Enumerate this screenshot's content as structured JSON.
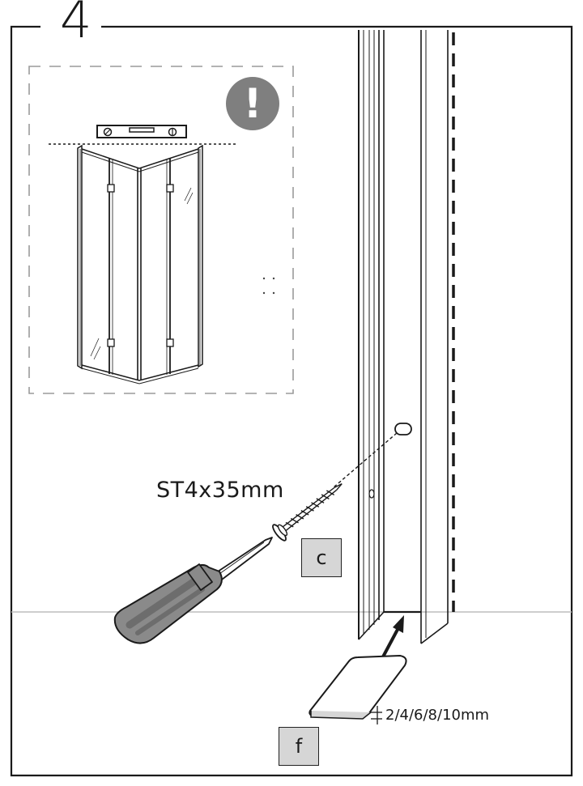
{
  "step": {
    "number": "4"
  },
  "warning": {
    "symbol": "!"
  },
  "screw": {
    "spec": "ST4x35mm",
    "part_label": "c"
  },
  "shim": {
    "part_label": "f",
    "thickness_options": "2/4/6/8/10mm"
  },
  "colors": {
    "warning_badge": "#7f7f7f",
    "part_label_bg": "#d6d6d6",
    "line": "#1a1a1a"
  }
}
